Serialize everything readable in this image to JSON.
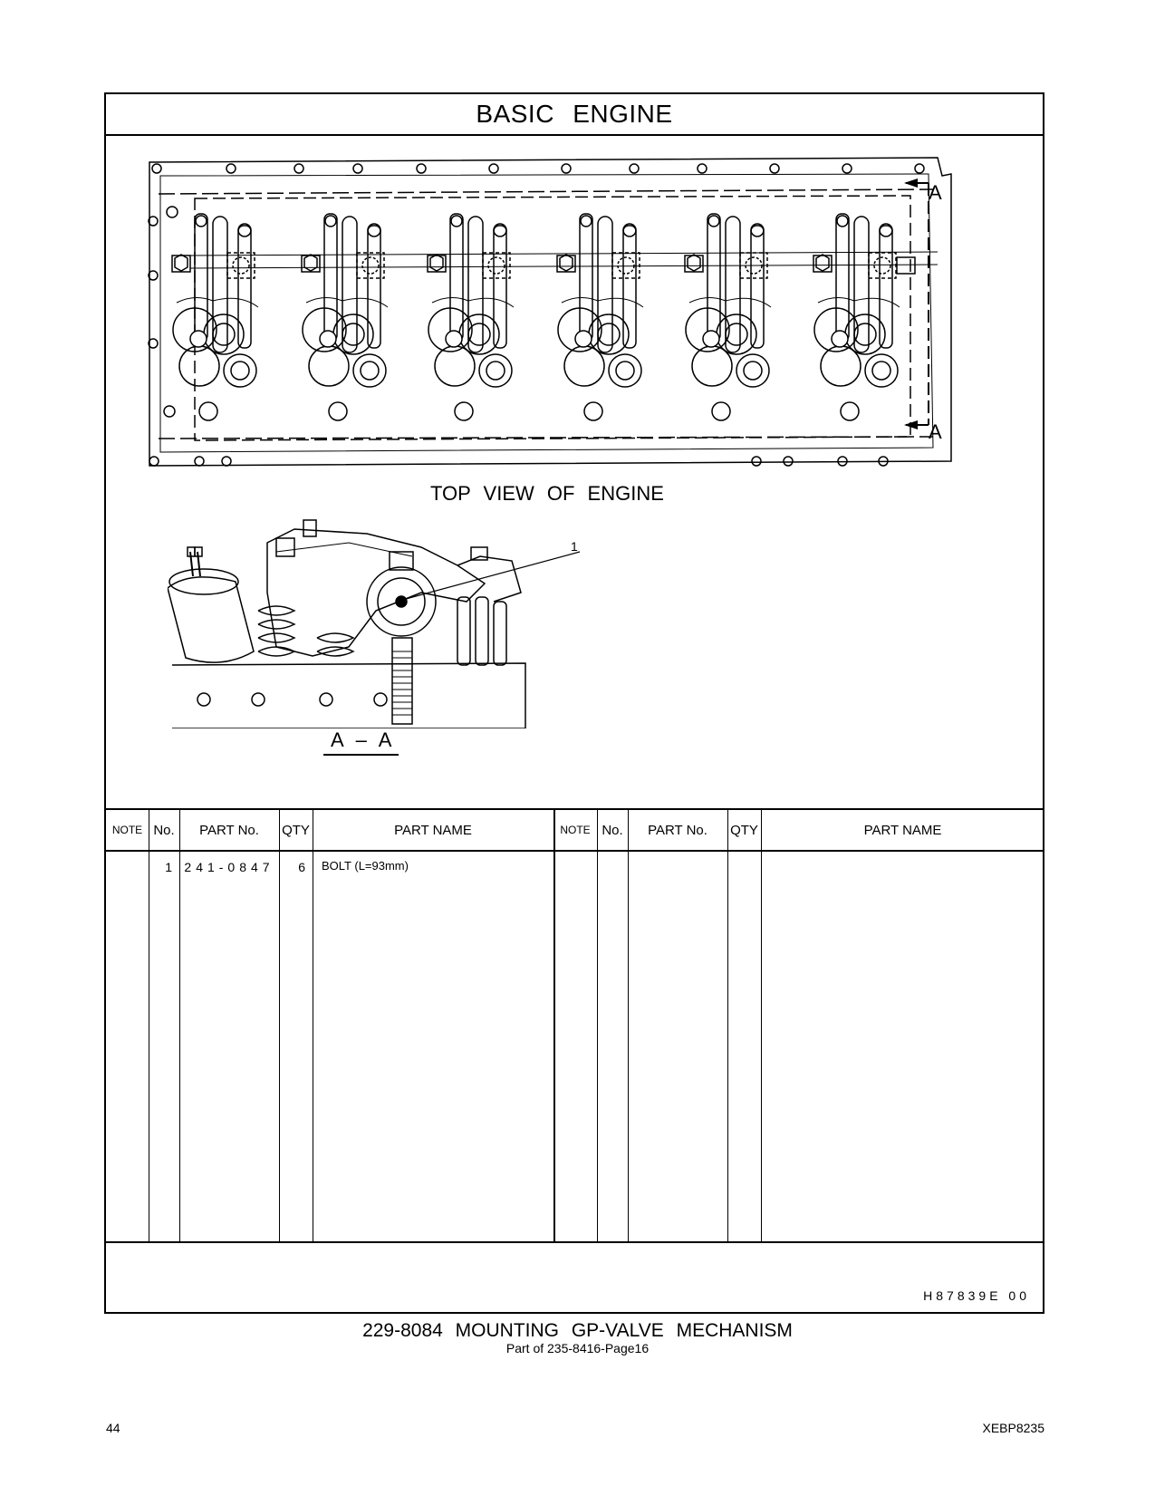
{
  "header": {
    "title": "BASIC ENGINE"
  },
  "figures": {
    "top_view_label": "TOP VIEW OF ENGINE",
    "section_marker": "A",
    "section_label": "A – A",
    "callout_number": "1"
  },
  "parts_table": {
    "headers": {
      "note": "NOTE",
      "no": "No.",
      "part_no": "PART No.",
      "qty": "QTY",
      "part_name": "PART NAME"
    },
    "rows": [
      {
        "note": "",
        "no": "1",
        "part_no": "241-0847",
        "qty": "6",
        "part_name": "BOLT (L=93mm)"
      }
    ]
  },
  "illustration_code": "H87839E 00",
  "caption": {
    "main": "229-8084 MOUNTING GP-VALVE MECHANISM",
    "sub": "Part of 235-8416-Page16"
  },
  "page_number": "44",
  "document_number": "XEBP8235"
}
